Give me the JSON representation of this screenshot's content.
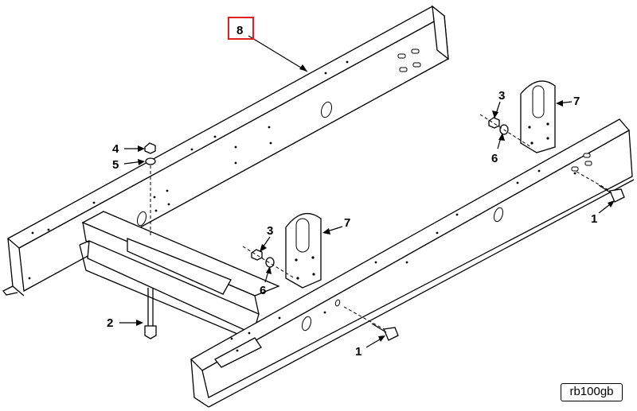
{
  "figure": {
    "reference_code": "rb100gb",
    "highlighted_callout": "8"
  },
  "callouts": [
    {
      "id": "c8",
      "label": "8"
    },
    {
      "id": "c7a",
      "label": "7"
    },
    {
      "id": "c3a",
      "label": "3"
    },
    {
      "id": "c6a",
      "label": "6"
    },
    {
      "id": "c1a",
      "label": "1"
    },
    {
      "id": "c4",
      "label": "4"
    },
    {
      "id": "c5",
      "label": "5"
    },
    {
      "id": "c7b",
      "label": "7"
    },
    {
      "id": "c3b",
      "label": "3"
    },
    {
      "id": "c6b",
      "label": "6"
    },
    {
      "id": "c2",
      "label": "2"
    },
    {
      "id": "c1b",
      "label": "1"
    }
  ],
  "colors": {
    "line": "#000000",
    "highlight": "#e02020",
    "background": "#ffffff"
  }
}
